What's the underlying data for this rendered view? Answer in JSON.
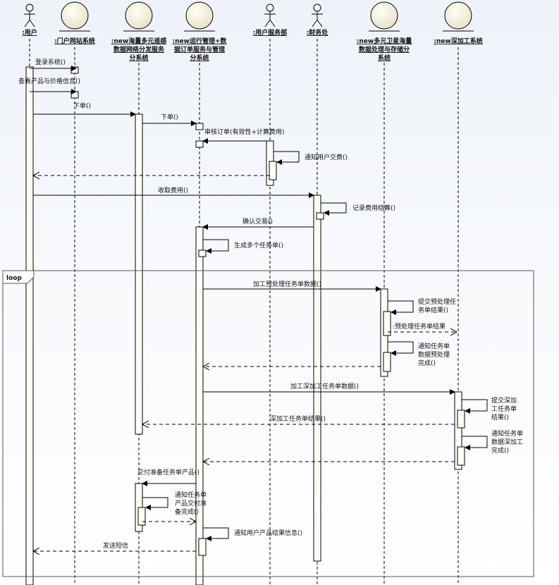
{
  "participants": [
    {
      "id": "user",
      "kind": "actor",
      "lines": [
        ":用户"
      ]
    },
    {
      "id": "portal",
      "kind": "boundary",
      "lines": [
        ":门户网站系统"
      ]
    },
    {
      "id": "dist",
      "kind": "boundary",
      "lines": [
        ":new海量多元遥感",
        "数据网络分发服务",
        "分系统"
      ]
    },
    {
      "id": "ops",
      "kind": "boundary",
      "lines": [
        ":new运行管理+数",
        "据订单服务与管理",
        "分系统"
      ]
    },
    {
      "id": "usvc",
      "kind": "actor",
      "lines": [
        ":用户服务部"
      ]
    },
    {
      "id": "fin",
      "kind": "actor",
      "lines": [
        ":财务处"
      ]
    },
    {
      "id": "proc",
      "kind": "boundary",
      "lines": [
        ":new多元卫星海量",
        "数据处理与存储分",
        "系统"
      ]
    },
    {
      "id": "deep",
      "kind": "boundary",
      "lines": [
        ":new深加工系统"
      ]
    }
  ],
  "messages": [
    {
      "id": "m1",
      "lines": [
        "登录系统()"
      ]
    },
    {
      "id": "m2",
      "lines": [
        "查看产品与价格信息()"
      ]
    },
    {
      "id": "m3",
      "lines": [
        "下单()"
      ]
    },
    {
      "id": "m4",
      "lines": [
        "下单()"
      ]
    },
    {
      "id": "m5",
      "lines": [
        "审核订单(有效性+计算费用)"
      ]
    },
    {
      "id": "m6",
      "lines": [
        "通知用户交费()"
      ]
    },
    {
      "id": "m7",
      "lines": [
        ""
      ]
    },
    {
      "id": "m8",
      "lines": [
        "收取费用()"
      ]
    },
    {
      "id": "m9",
      "lines": [
        "记录费用结算()"
      ]
    },
    {
      "id": "m10",
      "lines": [
        "确认交易()"
      ]
    },
    {
      "id": "m11",
      "lines": [
        "生成多个任务单()"
      ]
    },
    {
      "id": "m12",
      "lines": [
        "加工预处理任务单数据()"
      ]
    },
    {
      "id": "m13",
      "lines": [
        "提交预处理任",
        "务单结果()"
      ]
    },
    {
      "id": "m14",
      "lines": [
        ":预处理任务单结果"
      ]
    },
    {
      "id": "m15",
      "lines": [
        "通知任务单",
        "数据预处理",
        "完成()"
      ]
    },
    {
      "id": "m16",
      "lines": [
        ""
      ]
    },
    {
      "id": "m17",
      "lines": [
        "加工深加工任务单数据()"
      ]
    },
    {
      "id": "m18",
      "lines": [
        "提交深加",
        "工任务单",
        "结果()"
      ]
    },
    {
      "id": "m19",
      "lines": [
        "深加工任务单结果()"
      ]
    },
    {
      "id": "m20",
      "lines": [
        "通知任务单",
        "数据深加工",
        "完成()"
      ]
    },
    {
      "id": "m21",
      "lines": [
        ""
      ]
    },
    {
      "id": "m22",
      "lines": [
        "交付准备任务单产品()"
      ]
    },
    {
      "id": "m23",
      "lines": [
        "通知任务单",
        "产品交付准",
        "备完成()"
      ]
    },
    {
      "id": "m24",
      "lines": [
        ""
      ]
    },
    {
      "id": "m25",
      "lines": [
        "通知用户产品结果信息()"
      ]
    },
    {
      "id": "m26",
      "lines": [
        "发送短信"
      ]
    }
  ],
  "fragment": {
    "label": "loop"
  }
}
